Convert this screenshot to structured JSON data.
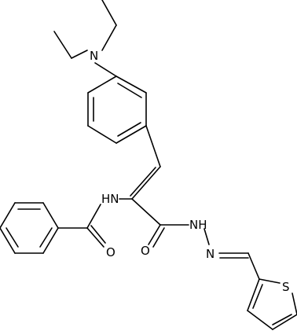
{
  "molecule": {
    "atoms": {
      "N_amine": "N",
      "NH_amide": "HN",
      "O_amide": "O",
      "O_hydrazide": "O",
      "NH_hydrazide": "NH",
      "N_imine": "N",
      "S_thiophene": "S"
    }
  }
}
